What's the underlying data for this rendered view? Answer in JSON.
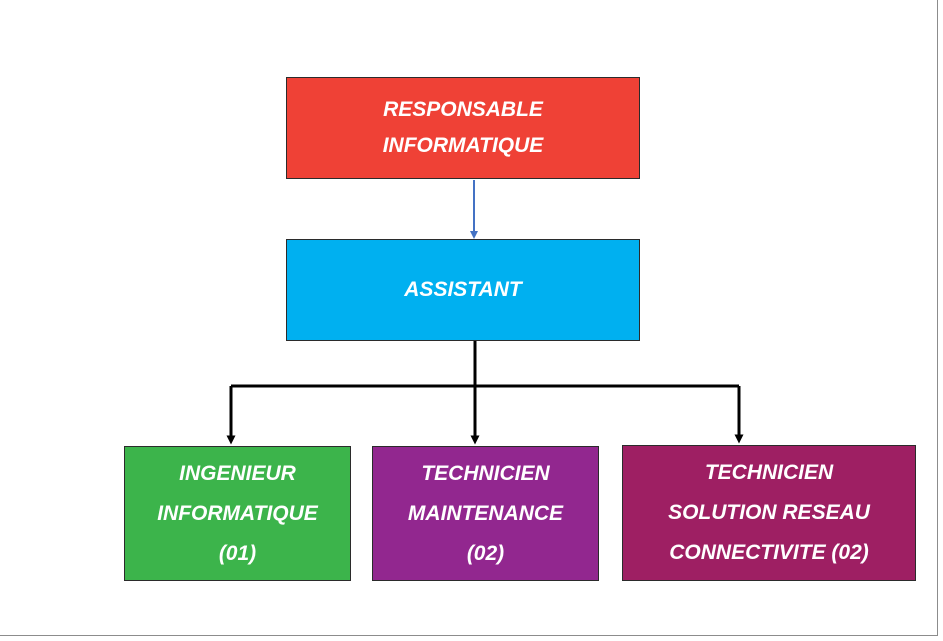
{
  "chart": {
    "root": {
      "lines": [
        "RESPONSABLE",
        "INFORMATIQUE"
      ],
      "color": "#ef4136"
    },
    "assistant": {
      "lines": [
        "ASSISTANT"
      ],
      "color": "#00b0f0"
    },
    "children": [
      {
        "lines": [
          "INGENIEUR",
          "INFORMATIQUE",
          "(01)"
        ],
        "color": "#3cb44b"
      },
      {
        "lines": [
          "TECHNICIEN",
          "MAINTENANCE",
          "(02)"
        ],
        "color": "#92278f"
      },
      {
        "lines": [
          "TECHNICIEN",
          "SOLUTION RESEAU",
          "CONNECTIVITE (02)"
        ],
        "color": "#9e1f63"
      }
    ],
    "connector_colors": {
      "root_to_assistant": "#4472c4",
      "assistant_to_children": "#000000"
    }
  }
}
